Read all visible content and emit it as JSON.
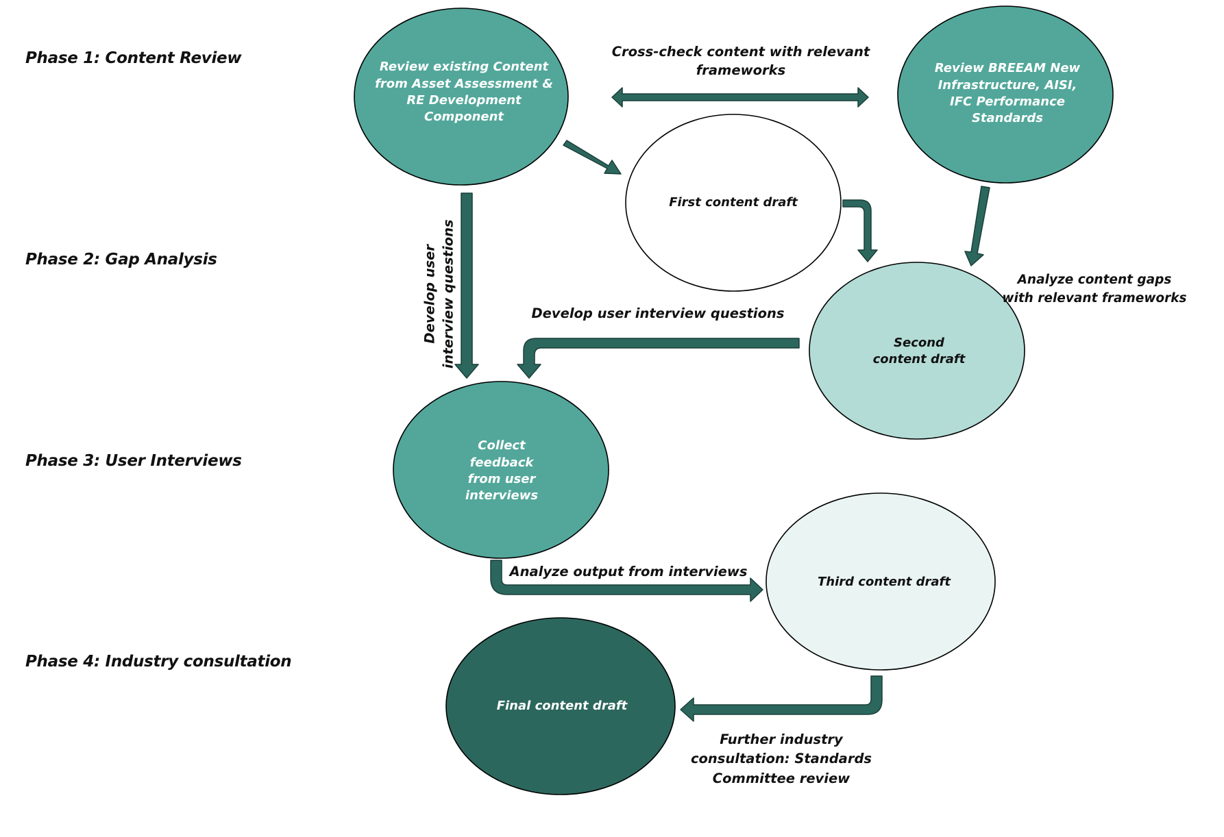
{
  "colors": {
    "dark_teal": "#2c675d",
    "teal": "#52a79a",
    "light_teal": "#b3dcd6",
    "pale_teal": "#eaf5f3",
    "white": "#ffffff",
    "arrow": "#2c675d",
    "outline": "#000000"
  },
  "phases": [
    {
      "label": "Phase 1: Content Review"
    },
    {
      "label": "Phase 2: Gap Analysis"
    },
    {
      "label": "Phase 3: User Interviews"
    },
    {
      "label": "Phase 4: Industry consultation"
    }
  ],
  "nodes": {
    "review_existing": {
      "text": "Review existing Content from Asset Assessment & RE Development Component"
    },
    "review_breeam": {
      "text": "Review BREEAM New Infrastructure, AISI, IFC Performance Standards"
    },
    "first_draft": {
      "text": "First content draft"
    },
    "second_draft": {
      "text": "Second content draft"
    },
    "collect_feedback": {
      "text": "Collect feedback from user interviews"
    },
    "third_draft": {
      "text": "Third content draft"
    },
    "final_draft": {
      "text": "Final content draft"
    }
  },
  "edge_labels": {
    "cross_check": "Cross-check content with relevant frameworks",
    "analyze_gaps": "Analyze content gaps with relevant frameworks",
    "develop_questions_horizontal": "Develop user interview questions",
    "develop_questions_vertical": "Develop user interview questions",
    "analyze_output": "Analyze output from interviews",
    "further_consultation": "Further industry consultation: Standards Committee review"
  }
}
